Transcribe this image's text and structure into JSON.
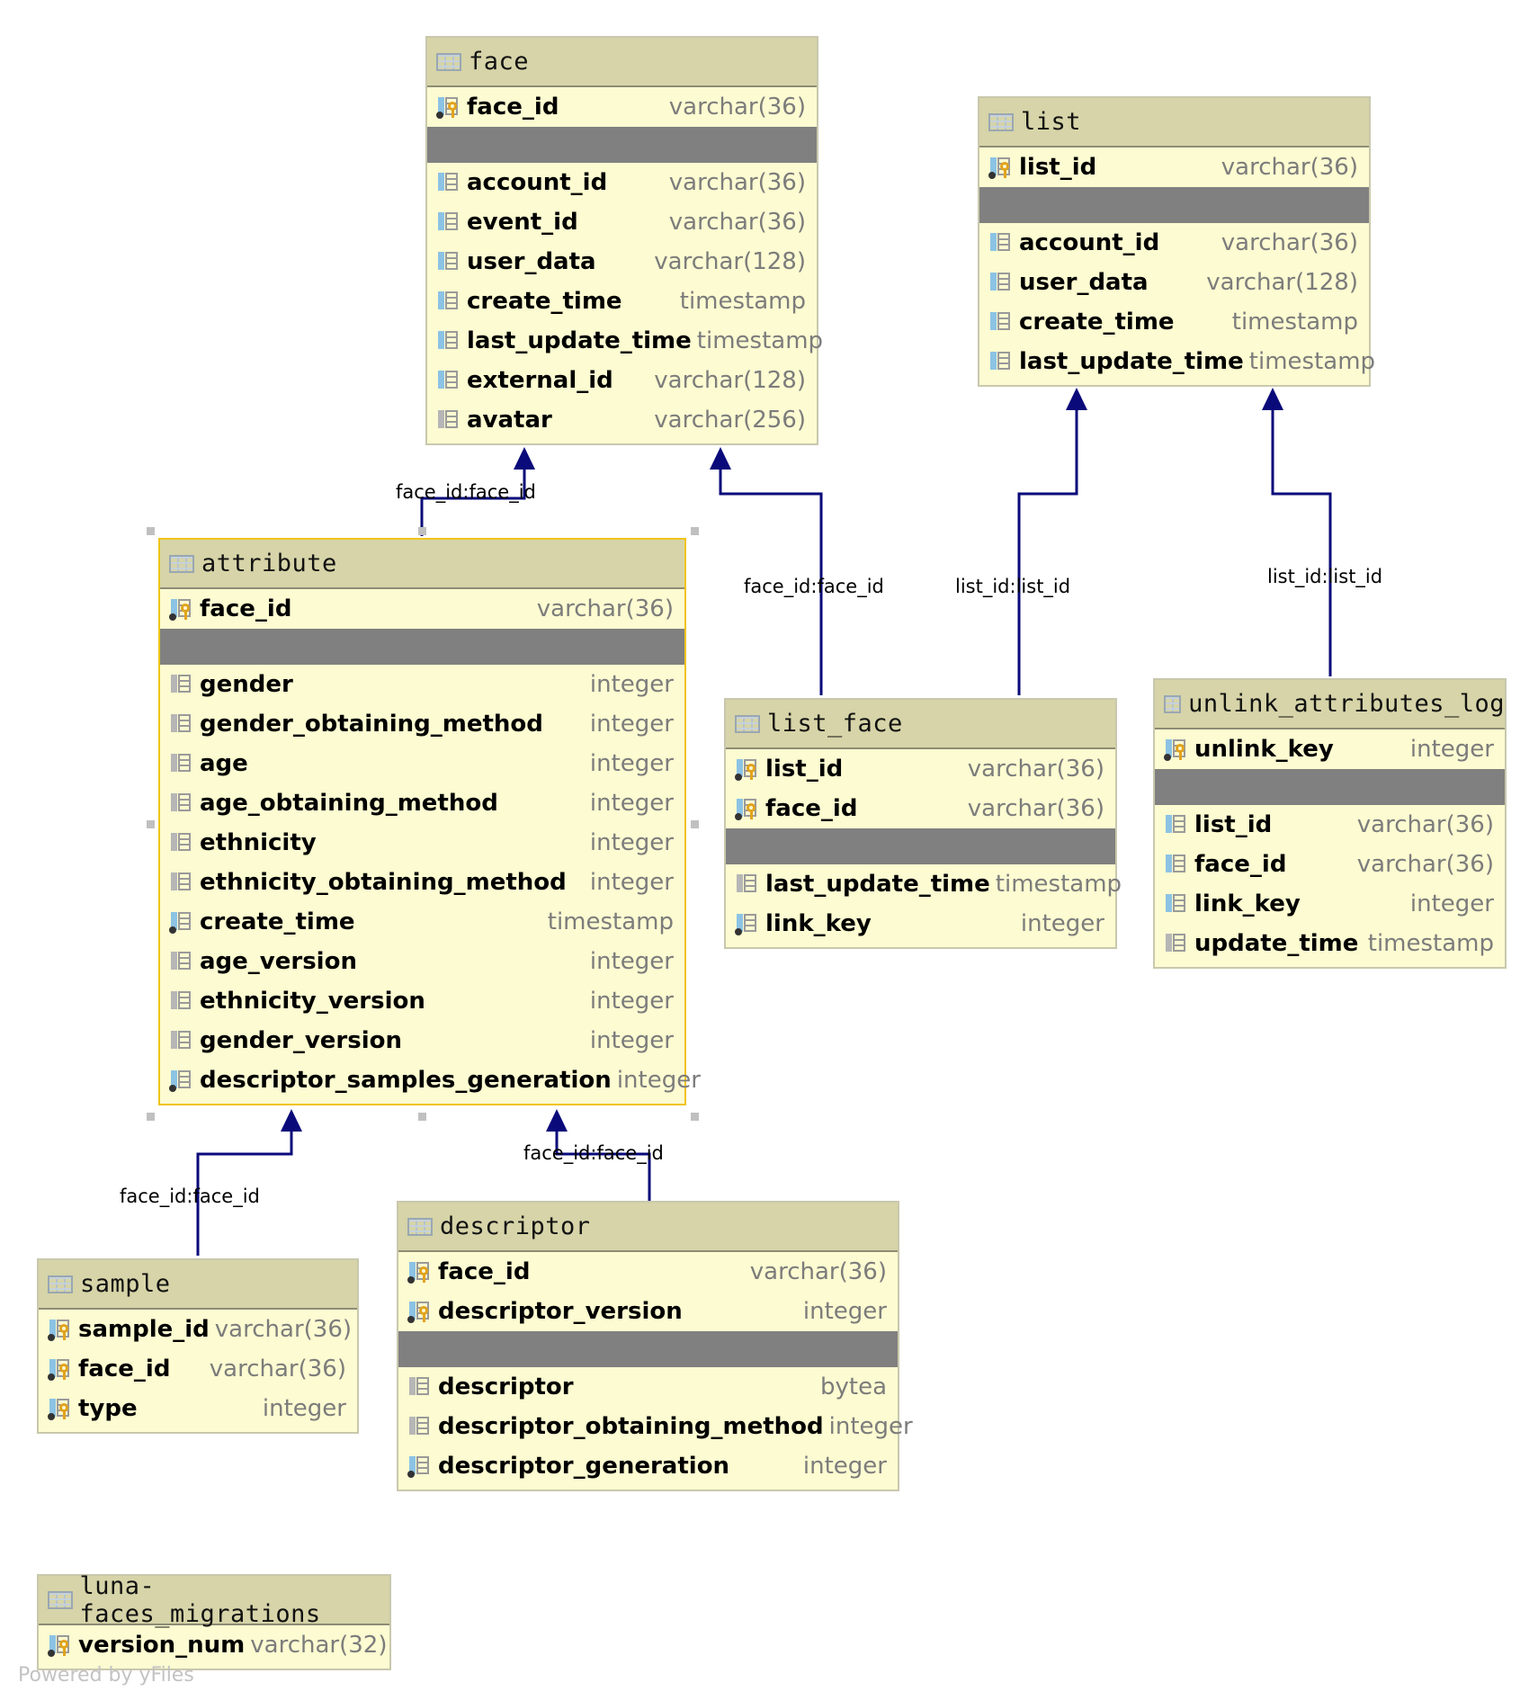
{
  "tables": {
    "face": {
      "name": "face",
      "keys": [
        {
          "name": "face_id",
          "type": "varchar(36)"
        }
      ],
      "columns": [
        {
          "name": "account_id",
          "type": "varchar(36)"
        },
        {
          "name": "event_id",
          "type": "varchar(36)"
        },
        {
          "name": "user_data",
          "type": "varchar(128)"
        },
        {
          "name": "create_time",
          "type": "timestamp"
        },
        {
          "name": "last_update_time",
          "type": "timestamp"
        },
        {
          "name": "external_id",
          "type": "varchar(128)"
        },
        {
          "name": "avatar",
          "type": "varchar(256)"
        }
      ]
    },
    "list": {
      "name": "list",
      "keys": [
        {
          "name": "list_id",
          "type": "varchar(36)"
        }
      ],
      "columns": [
        {
          "name": "account_id",
          "type": "varchar(36)"
        },
        {
          "name": "user_data",
          "type": "varchar(128)"
        },
        {
          "name": "create_time",
          "type": "timestamp"
        },
        {
          "name": "last_update_time",
          "type": "timestamp"
        }
      ]
    },
    "attribute": {
      "name": "attribute",
      "keys": [
        {
          "name": "face_id",
          "type": "varchar(36)"
        }
      ],
      "columns": [
        {
          "name": "gender",
          "type": "integer"
        },
        {
          "name": "gender_obtaining_method",
          "type": "integer"
        },
        {
          "name": "age",
          "type": "integer"
        },
        {
          "name": "age_obtaining_method",
          "type": "integer"
        },
        {
          "name": "ethnicity",
          "type": "integer"
        },
        {
          "name": "ethnicity_obtaining_method",
          "type": "integer"
        },
        {
          "name": "create_time",
          "type": "timestamp"
        },
        {
          "name": "age_version",
          "type": "integer"
        },
        {
          "name": "ethnicity_version",
          "type": "integer"
        },
        {
          "name": "gender_version",
          "type": "integer"
        },
        {
          "name": "descriptor_samples_generation",
          "type": "integer"
        }
      ]
    },
    "list_face": {
      "name": "list_face",
      "keys": [
        {
          "name": "list_id",
          "type": "varchar(36)"
        },
        {
          "name": "face_id",
          "type": "varchar(36)"
        }
      ],
      "columns": [
        {
          "name": "last_update_time",
          "type": "timestamp"
        },
        {
          "name": "link_key",
          "type": "integer"
        }
      ]
    },
    "unlink_attributes_log": {
      "name": "unlink_attributes_log",
      "keys": [
        {
          "name": "unlink_key",
          "type": "integer"
        }
      ],
      "columns": [
        {
          "name": "list_id",
          "type": "varchar(36)"
        },
        {
          "name": "face_id",
          "type": "varchar(36)"
        },
        {
          "name": "link_key",
          "type": "integer"
        },
        {
          "name": "update_time",
          "type": "timestamp"
        }
      ]
    },
    "sample": {
      "name": "sample",
      "keys": [
        {
          "name": "sample_id",
          "type": "varchar(36)"
        },
        {
          "name": "face_id",
          "type": "varchar(36)"
        },
        {
          "name": "type",
          "type": "integer"
        }
      ],
      "columns": []
    },
    "descriptor": {
      "name": "descriptor",
      "keys": [
        {
          "name": "face_id",
          "type": "varchar(36)"
        },
        {
          "name": "descriptor_version",
          "type": "integer"
        }
      ],
      "columns": [
        {
          "name": "descriptor",
          "type": "bytea"
        },
        {
          "name": "descriptor_obtaining_method",
          "type": "integer"
        },
        {
          "name": "descriptor_generation",
          "type": "integer"
        }
      ]
    },
    "luna_faces_migrations": {
      "name": "luna-faces_migrations",
      "keys": [
        {
          "name": "version_num",
          "type": "varchar(32)"
        }
      ],
      "columns": []
    }
  },
  "edge_labels": {
    "attribute_face": "face_id:face_id",
    "list_face_face": "face_id:face_id",
    "list_face_list": "list_id:list_id",
    "unlink_list": "list_id:list_id",
    "sample_attribute": "face_id:face_id",
    "descriptor_attribute": "face_id:face_id"
  },
  "footer": "Powered by yFiles",
  "colors": {
    "edge": "#0a0a7a",
    "header": "#d6d4a8",
    "body": "#fcfbd1",
    "separator": "#808080",
    "selected_border": "#f0c419"
  }
}
